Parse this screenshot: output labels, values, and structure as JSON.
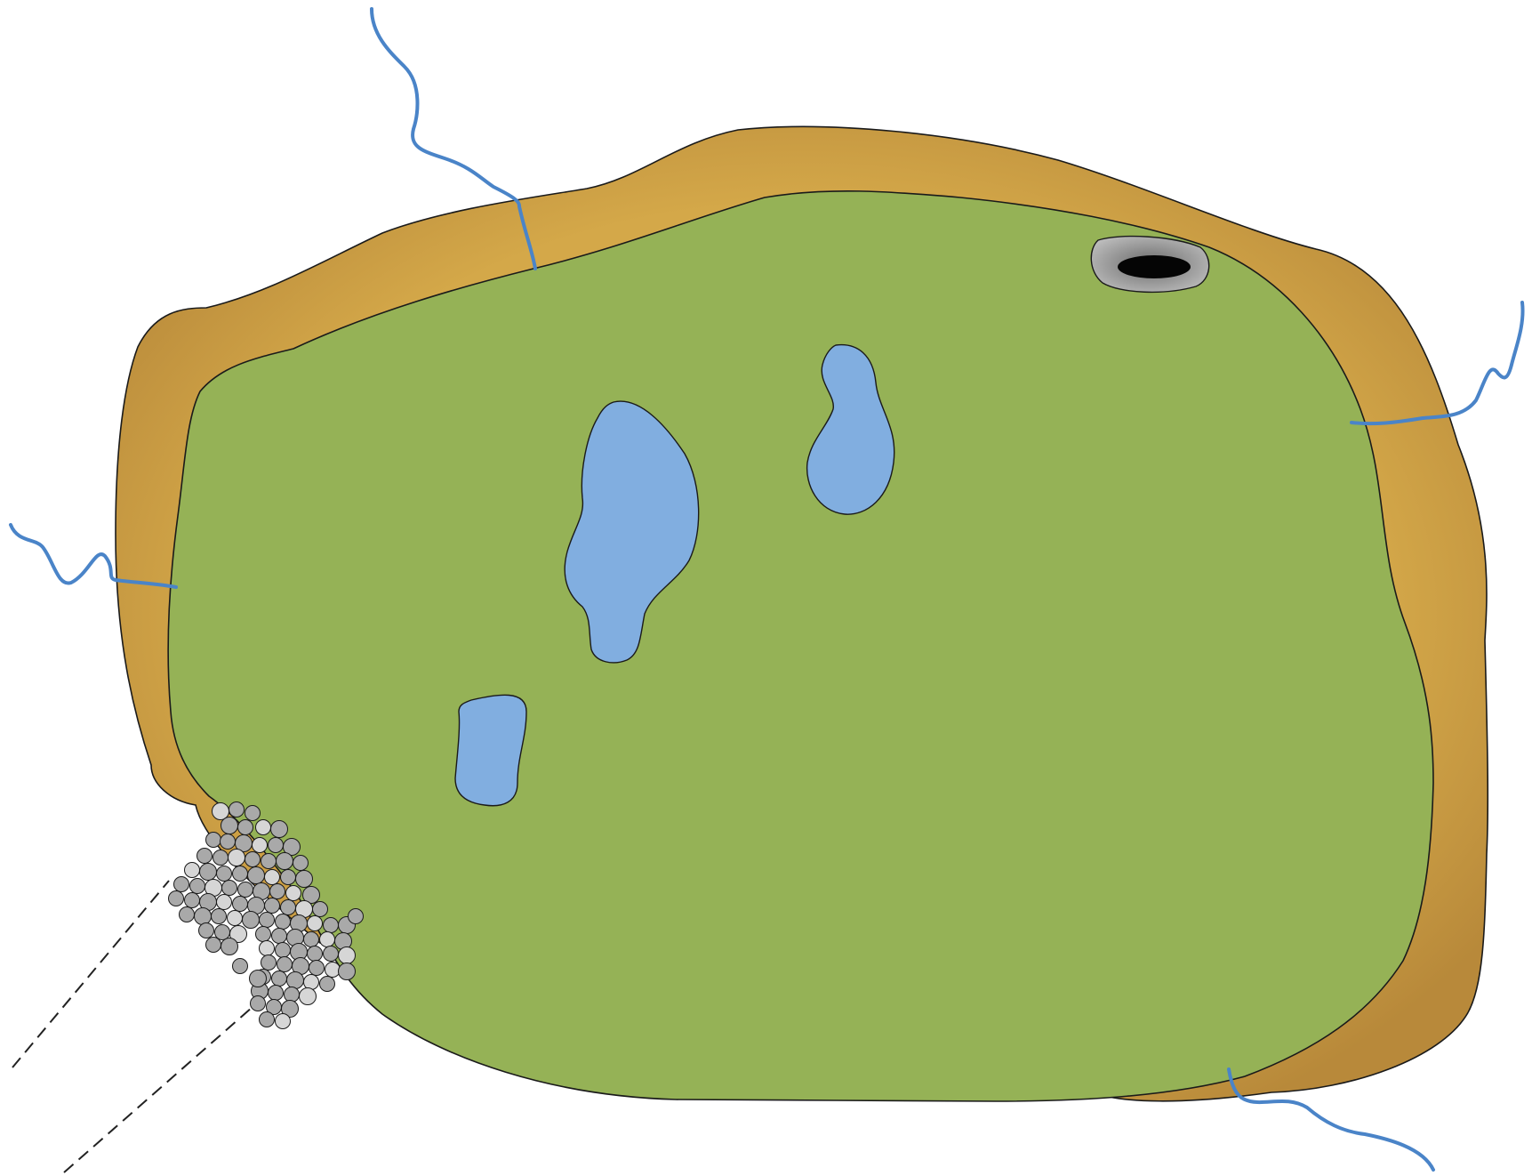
{
  "diagram": {
    "colors": {
      "background": "#ffffff",
      "outer_rim": "#cfa444",
      "outer_rim_shadow": "#b88a35",
      "inner_area": "#95b256",
      "ponds": "#81aee0",
      "streams": "#4a84c8",
      "outline": "#1a1a1a",
      "boulders": "#a9a9a9",
      "boulder_highlight": "#d6d6d6",
      "hole_outer": "#a5a5a5",
      "hole_inner": "#050505",
      "dashed_lines": "#222222"
    },
    "icons": {
      "outer_rim": "rim-shape-icon",
      "inner_area": "basin-shape-icon",
      "pond": "pond-icon",
      "stream": "stream-icon",
      "boulder_field": "boulder-cluster-icon",
      "hole": "sinkhole-icon",
      "dashed_line": "dashed-guide-icon"
    },
    "counts": {
      "ponds": 3,
      "streams": 4,
      "dashed_lines": 2
    }
  }
}
